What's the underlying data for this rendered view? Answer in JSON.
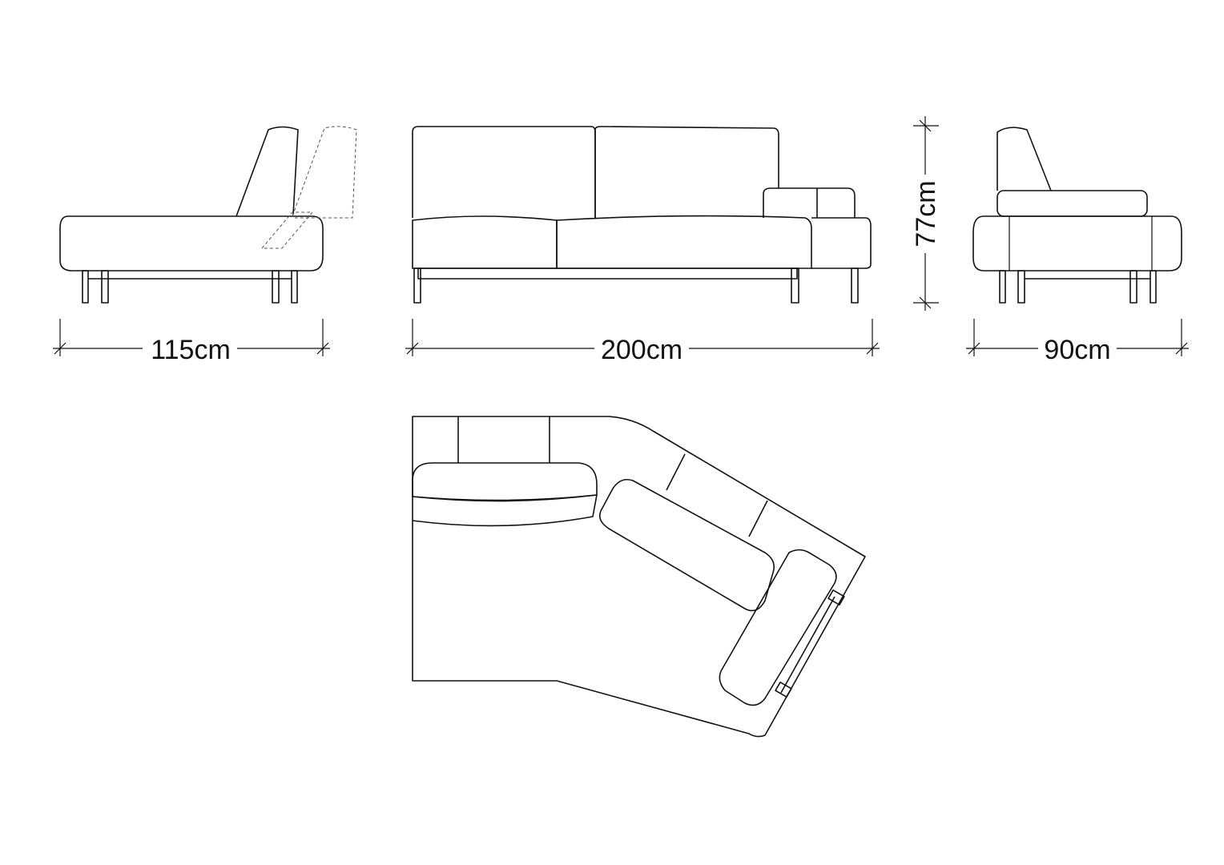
{
  "dimensions": {
    "depth": "115cm",
    "width": "200cm",
    "height": "77cm",
    "arm_depth": "90cm"
  }
}
